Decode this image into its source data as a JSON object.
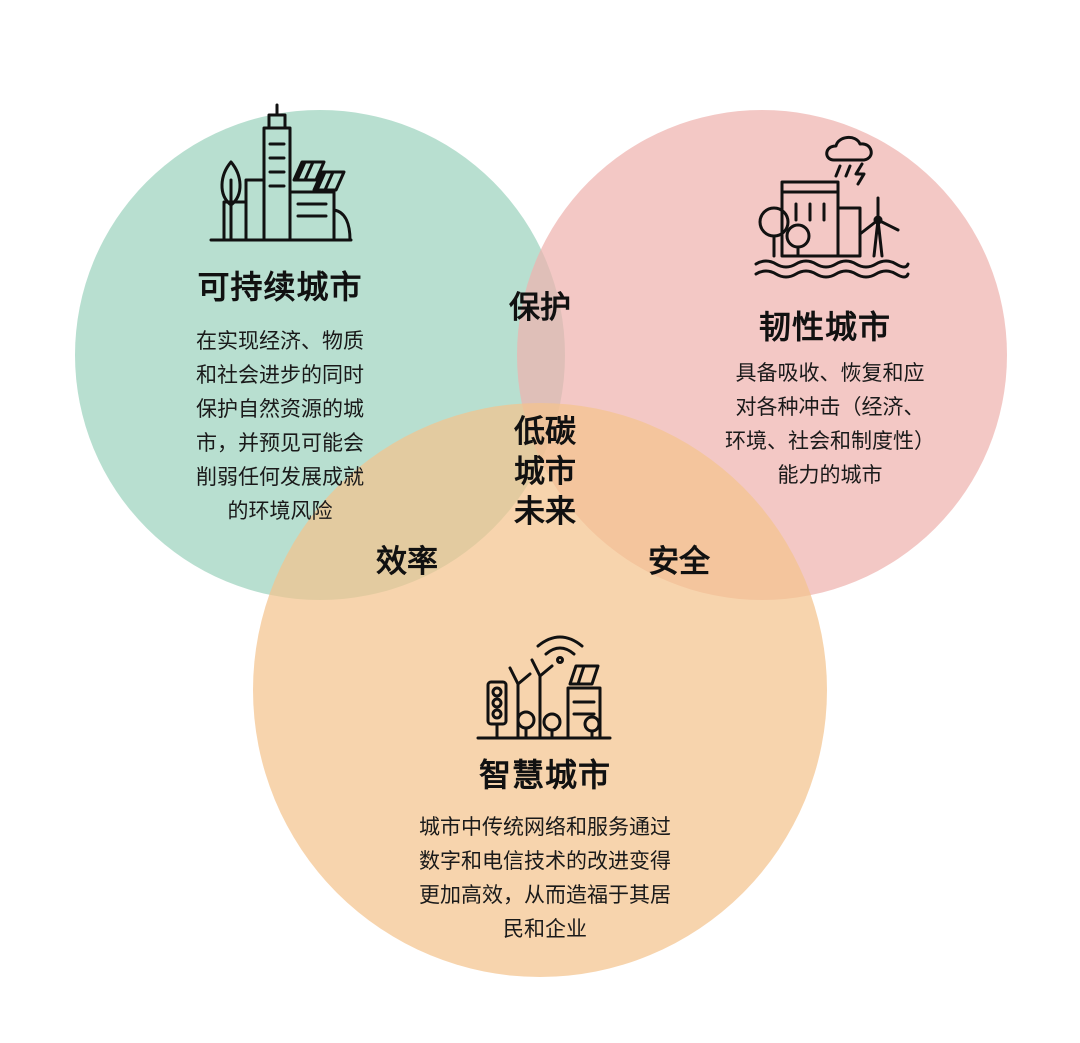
{
  "colors": {
    "sustainable": "#a8d8c6",
    "resilient": "#efb3ae",
    "smart": "#f4c48e",
    "ink": "#111111"
  },
  "circles": [
    {
      "key": "sustainable",
      "title": "可持续城市",
      "icon": "sustainable-city-icon",
      "description_lines": [
        "在实现经济、物质",
        "和社会进步的同时",
        "保护自然资源的城",
        "市，并预见可能会",
        "削弱任何发展成就",
        "的环境风险"
      ]
    },
    {
      "key": "resilient",
      "title": "韧性城市",
      "icon": "resilient-city-icon",
      "description_lines": [
        "具备吸收、恢复和应",
        "对各种冲击（经济、",
        "环境、社会和制度性）",
        "能力的城市"
      ]
    },
    {
      "key": "smart",
      "title": "智慧城市",
      "icon": "smart-city-icon",
      "description_lines": [
        "城市中传统网络和服务通过",
        "数字和电信技术的改进变得",
        "更加高效，从而造福于其居",
        "民和企业"
      ]
    }
  ],
  "overlaps": {
    "sustainable_resilient": "保护",
    "sustainable_smart": "效率",
    "resilient_smart": "安全"
  },
  "center_lines": [
    "低碳",
    "城市",
    "未来"
  ]
}
